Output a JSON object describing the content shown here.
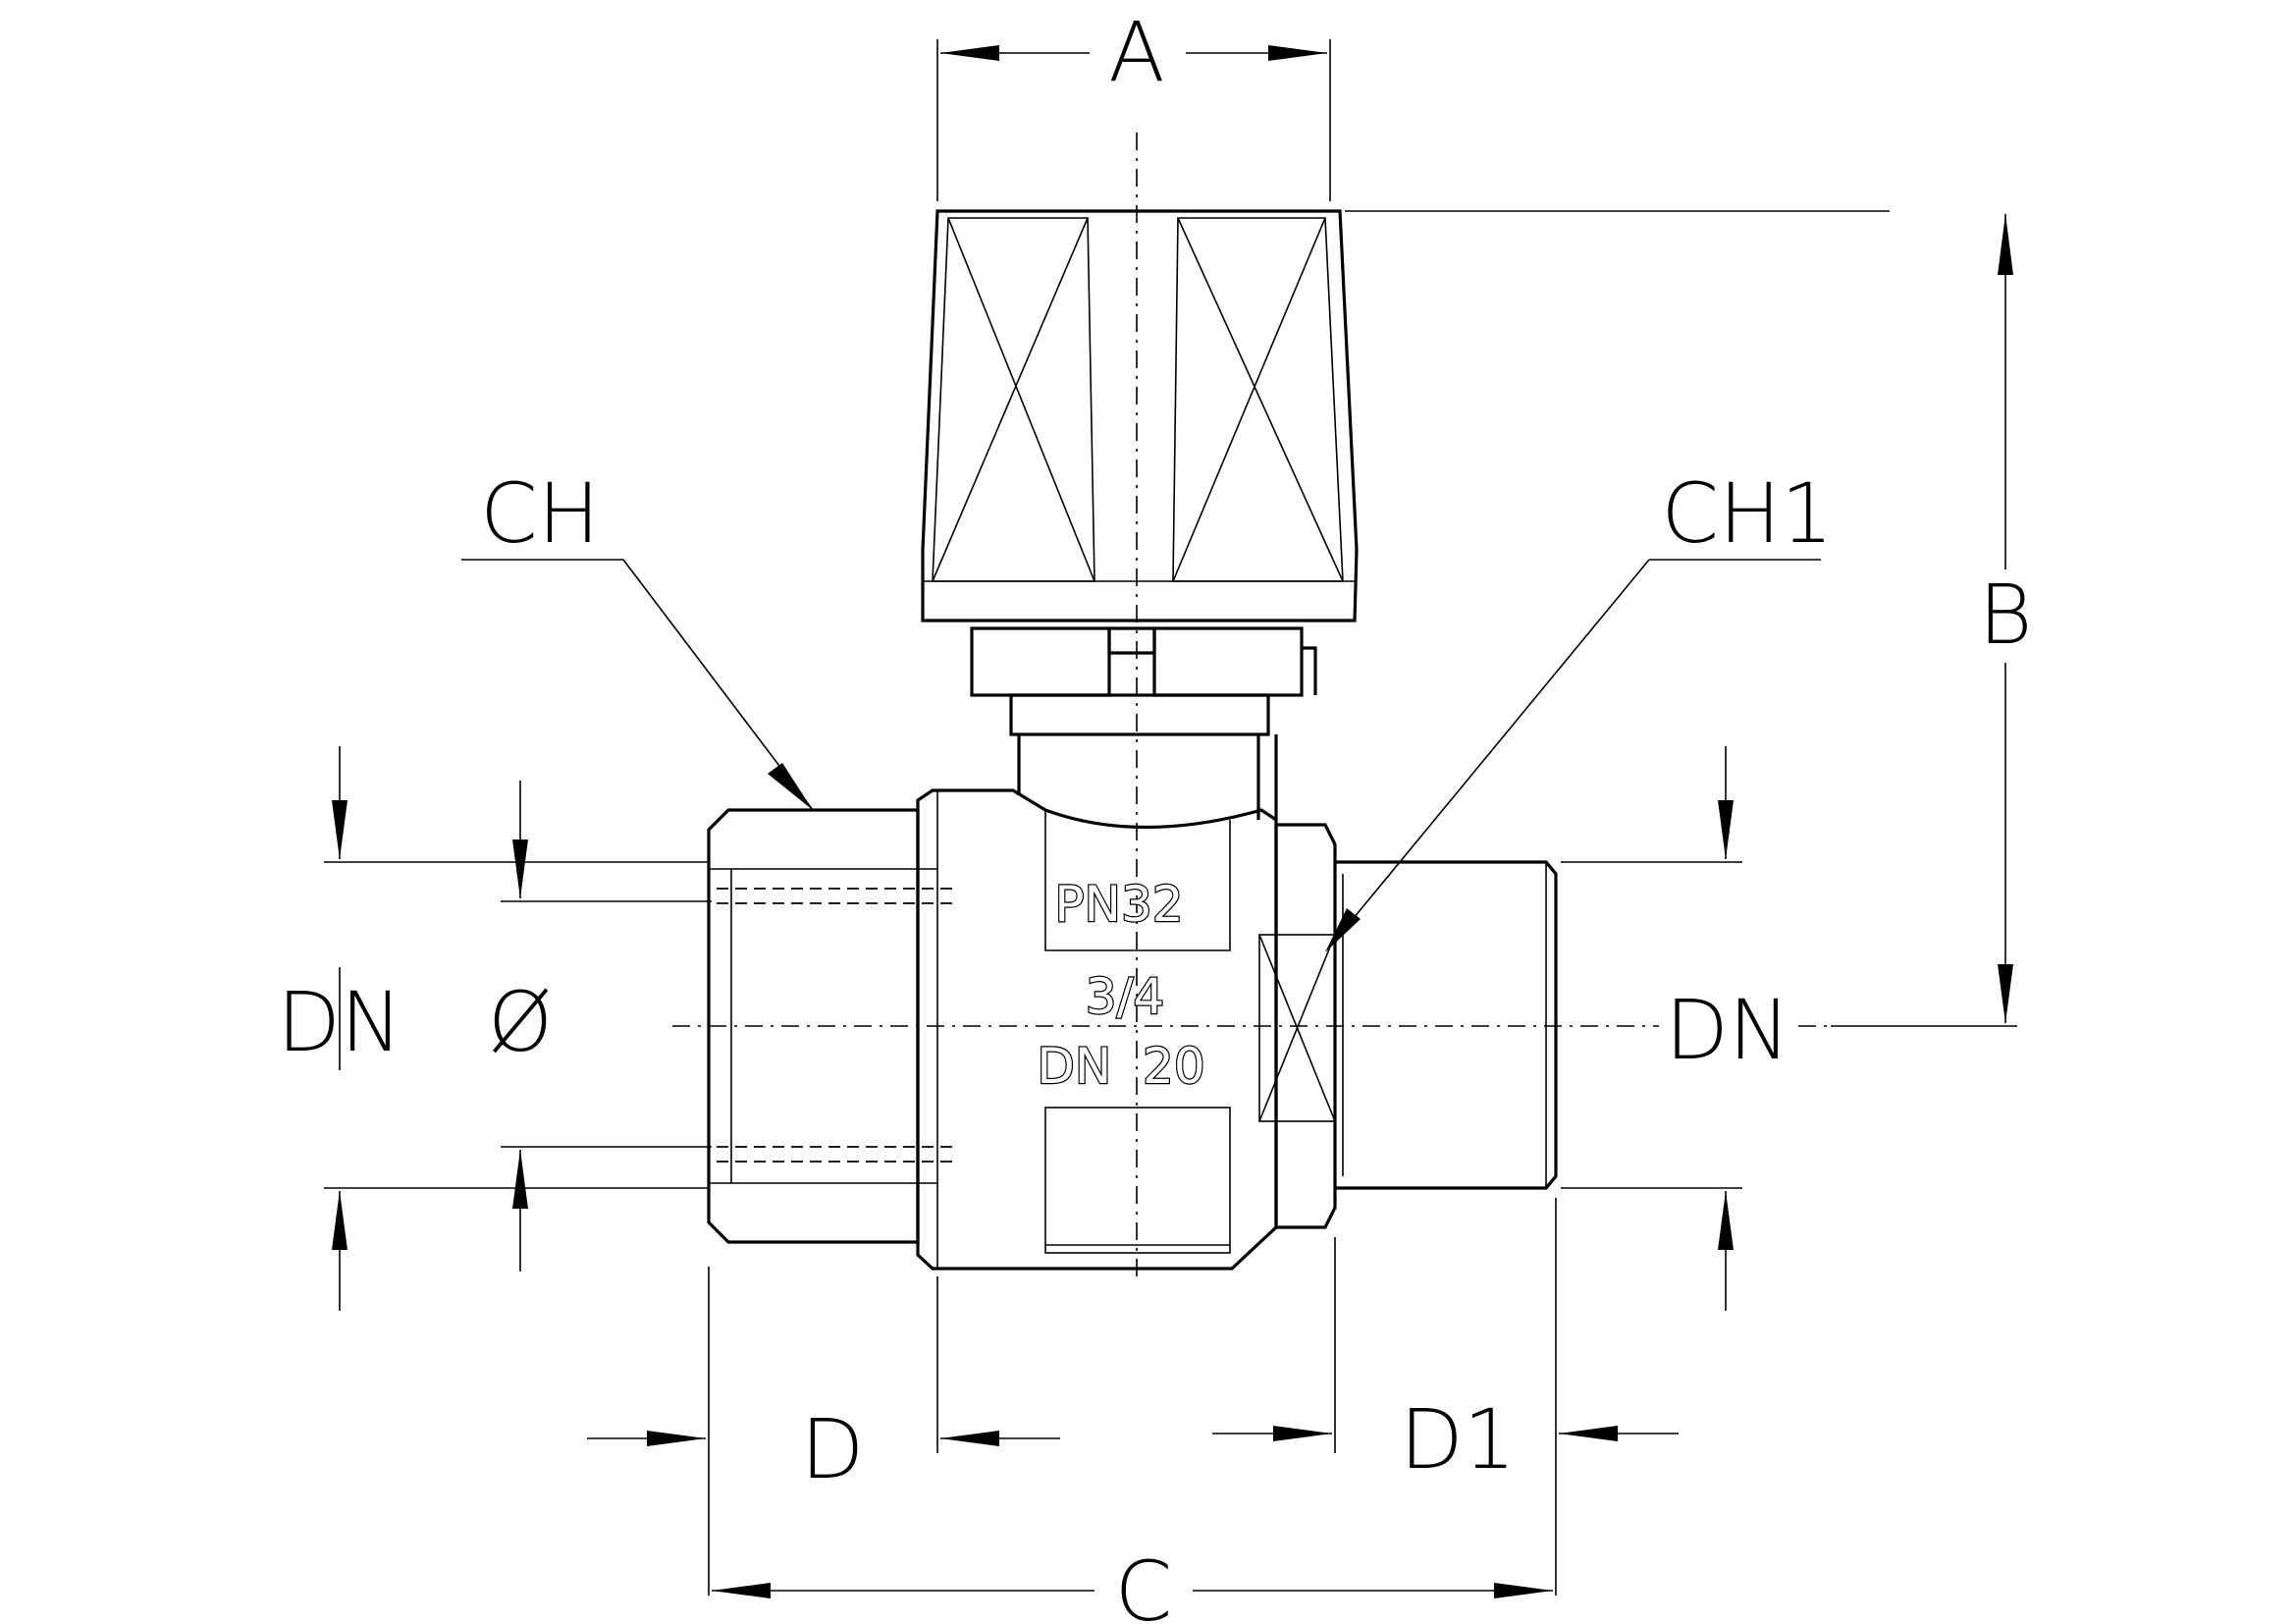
{
  "labels": {
    "A": "A",
    "B": "B",
    "C": "C",
    "D": "D",
    "D1": "D1",
    "CH": "CH",
    "CH1": "CH1",
    "DN_left": "DN",
    "DN_right": "DN",
    "diameter": "Ø"
  },
  "markings": {
    "pressure": "PN32",
    "size": "3/4",
    "dn": "DN  20"
  }
}
